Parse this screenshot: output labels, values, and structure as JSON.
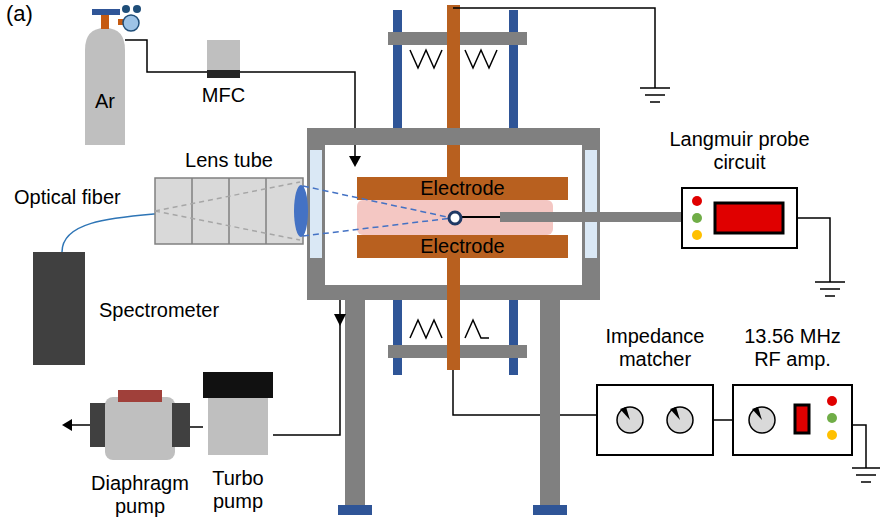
{
  "diagram": {
    "nodes": [
      {
        "text": [
          "Ar"
        ]
      },
      {
        "text": [
          "MFC"
        ]
      },
      {
        "text": [
          "Lens tube"
        ]
      },
      {
        "text": [
          "Spectrometer"
        ]
      },
      {
        "text": [
          "Electrode"
        ]
      },
      {
        "text": [
          "Electrode"
        ]
      },
      {
        "text": [
          "Langmuir probe circuit"
        ]
      },
      {
        "text": [
          "Diaphragm pump"
        ]
      },
      {
        "text": [
          "Turbo pump"
        ]
      },
      {
        "text": [
          "Impedance matcher"
        ]
      },
      {
        "text": [
          "13.56 MHz RF amp."
        ]
      }
    ],
    "edges": [
      {
        "from": 0,
        "to": 1,
        "arrow": "none"
      },
      {
        "from": 2,
        "to": 3,
        "arrow": "none",
        "label": "Optical fiber"
      },
      {
        "from": 5,
        "to": 9,
        "arrow": "none"
      },
      {
        "from": 9,
        "to": 10,
        "arrow": "none"
      },
      {
        "from": 8,
        "to": 7,
        "arrow": "none"
      }
    ],
    "labels": [
      "(a)"
    ]
  }
}
